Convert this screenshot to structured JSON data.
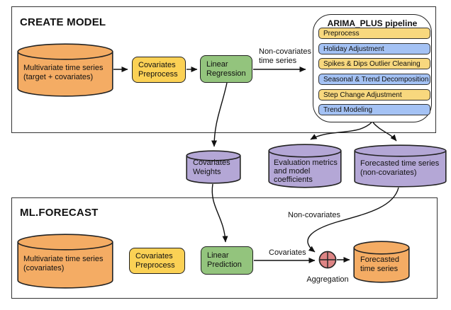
{
  "colors": {
    "orange": "#F4AC64",
    "yellow": "#FBD155",
    "pipeline_yellow": "#F8D87E",
    "green": "#93C47D",
    "purple": "#B4A7D6",
    "blue": "#A4C2F4",
    "pink": "#DE8585",
    "border": "#222222",
    "arrow": "#111111"
  },
  "create_model": {
    "title": "CREATE MODEL",
    "input_cylinder": {
      "line1": "Multivariate time series",
      "line2": "(target + covariates)"
    },
    "covariates_preprocess": {
      "line1": "Covariates",
      "line2": "Preprocess"
    },
    "linear_regression": {
      "line1": "Linear",
      "line2": "Regression"
    },
    "arrow_label": {
      "line1": "Non-covariates",
      "line2": "time series"
    }
  },
  "arima_pipeline": {
    "title": "ARIMA_PLUS pipeline",
    "steps": [
      {
        "label": "Preprocess",
        "color": "pipeline_yellow"
      },
      {
        "label": "Holiday Adjustment",
        "color": "blue"
      },
      {
        "label": "Spikes & Dips Outlier Cleaning",
        "color": "pipeline_yellow"
      },
      {
        "label": "Seasonal & Trend Decomposition",
        "color": "blue"
      },
      {
        "label": "Step Change Adjustment",
        "color": "pipeline_yellow"
      },
      {
        "label": "Trend Modeling",
        "color": "blue"
      }
    ]
  },
  "model_outputs": {
    "covariates_weights": {
      "line1": "Covariates",
      "line2": "Weights"
    },
    "evaluation_metrics": {
      "line1": "Evaluation metrics",
      "line2": "and model",
      "line3": "coefficients"
    },
    "forecasted_non_covariates": {
      "line1": "Forecasted time series",
      "line2": "(non-covariates)"
    }
  },
  "ml_forecast": {
    "title": "ML.FORECAST",
    "input_cylinder": {
      "line1": "Multivariate time series",
      "line2": "(covariates)"
    },
    "covariates_preprocess": {
      "line1": "Covariates",
      "line2": "Preprocess"
    },
    "linear_prediction": {
      "line1": "Linear",
      "line2": "Prediction"
    },
    "covariates_arrow_label": "Covariates",
    "non_covariates_arrow_label": "Non-covariates",
    "aggregation_label": "Aggregation",
    "output_cylinder": {
      "line1": "Forecasted",
      "line2": "time series"
    }
  }
}
